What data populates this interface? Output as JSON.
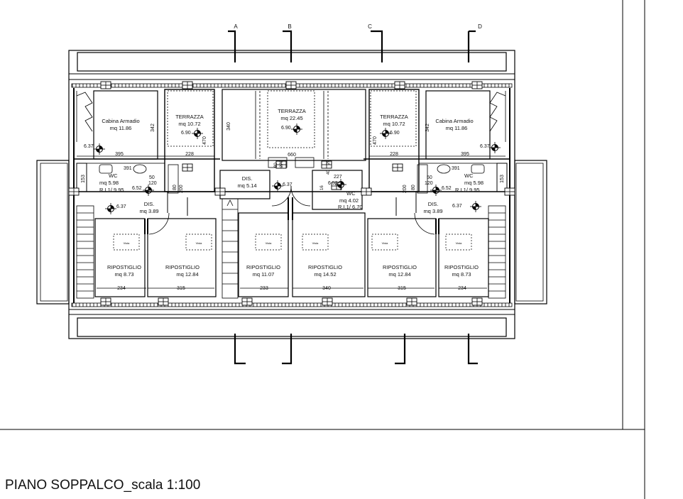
{
  "caption": "PIANO SOPPALCO_scala 1:100",
  "section_marks": [
    "A",
    "B",
    "C",
    "D"
  ],
  "rooms": {
    "cabina_l": {
      "name": "Cabina Armadio",
      "area": "mq 11.86"
    },
    "terrazza_l": {
      "name": "TERRAZZA",
      "area": "mq 10.72"
    },
    "terrazza_c": {
      "name": "TERRAZZA",
      "area": "mq 22.45"
    },
    "terrazza_r": {
      "name": "TERRAZZA",
      "area": "mq 10.72"
    },
    "cabina_r": {
      "name": "Cabina Armadio",
      "area": "mq 11.86"
    },
    "wc_l": {
      "name": "WC",
      "area": "mq 5.98",
      "ri": "R.I.1/ 9.95"
    },
    "dis_l": {
      "name": "DIS.",
      "area": "mq 3.89"
    },
    "dis_c": {
      "name": "DIS.",
      "area": "mq 5.14"
    },
    "wc_c": {
      "name": "WC",
      "area": "mq 4.02",
      "ri": "R.I.1/ 6.70"
    },
    "wc_r": {
      "name": "WC",
      "area": "mq 5.98",
      "ri": "R.I.1/ 9.95"
    },
    "dis_r": {
      "name": "DIS.",
      "area": "mq 3.89"
    },
    "rip1": {
      "name": "RIPOSTIGLIO",
      "area": "mq 8.73"
    },
    "rip2": {
      "name": "RIPOSTIGLIO",
      "area": "mq 12.84"
    },
    "rip3": {
      "name": "RIPOSTIGLIO",
      "area": "mq 11.07"
    },
    "rip4": {
      "name": "RIPOSTIGLIO",
      "area": "mq 14.52"
    },
    "rip5": {
      "name": "RIPOSTIGLIO",
      "area": "mq 12.84"
    },
    "rip6": {
      "name": "RIPOSTIGLIO",
      "area": "mq 8.73"
    }
  },
  "levels": {
    "l1": "6.37",
    "l2": "6.90",
    "l3": "6.90",
    "l4": "6.90",
    "l5": "6.37",
    "l6": "6.52",
    "l7": "6.37",
    "l8": "6.37",
    "l9": "6.52",
    "l10": "6.52",
    "l11": "6.37"
  },
  "dims": {
    "d395a": "395",
    "d228a": "228",
    "d660": "660",
    "d228b": "228",
    "d395b": "395",
    "d342a": "342",
    "d470a": "470",
    "d340": "340",
    "d470b": "470",
    "d342b": "342",
    "d153a": "153",
    "d153b": "153",
    "d391a": "391",
    "d391b": "391",
    "d50a": "50",
    "d120a": "120",
    "d50b": "50",
    "d120b": "120",
    "d80a": "80",
    "d200a": "200",
    "d80b": "80",
    "d200b": "200",
    "d80c": "80",
    "d270": "270",
    "d227": "227",
    "d16": "16",
    "d20": "20",
    "d40": "40",
    "d234a": "234",
    "d315a": "315",
    "d233": "233",
    "d340b": "340",
    "d315b": "315",
    "d234b": "234"
  },
  "box_label": "Vista"
}
